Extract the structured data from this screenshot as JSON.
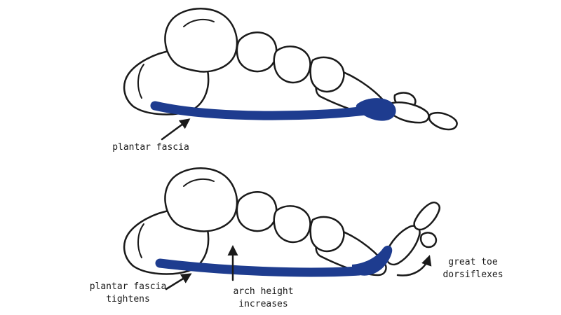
{
  "diagram": {
    "colors": {
      "fascia_blue": "#1e3c8f",
      "line_black": "#1a1a1a"
    },
    "labels": {
      "top_fascia": "plantar fascia",
      "bottom_fascia": "plantar fascia\ntightens",
      "arch": "arch height\nincreases",
      "toe": "great toe\ndorsiflexes"
    }
  }
}
